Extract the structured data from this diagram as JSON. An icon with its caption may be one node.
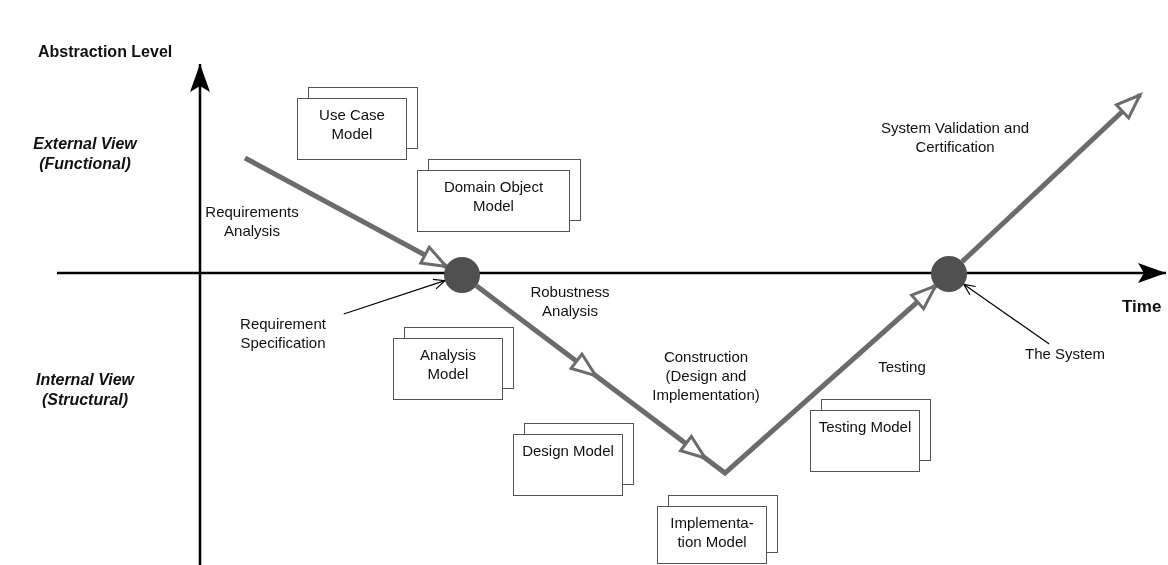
{
  "diagram": {
    "nodes": [
      {
        "text": [
          "Use Case Model"
        ]
      },
      {
        "text": [
          "Domain Object Model"
        ]
      },
      {
        "text": [],
        "shape": "circle"
      },
      {
        "text": [
          "Requirement Specification"
        ]
      },
      {
        "text": [
          "Analysis Model"
        ]
      },
      {
        "text": [
          "Design Model"
        ]
      },
      {
        "text": [
          "Testing Model"
        ]
      },
      {
        "text": [
          "Implementa- tion Model"
        ]
      },
      {
        "text": [],
        "shape": "circle"
      },
      {
        "text": [
          "The System"
        ]
      }
    ],
    "edges": [
      {
        "from": null,
        "to": 2,
        "arrow": "to"
      },
      {
        "from": 2,
        "to": 8,
        "arrow": "to"
      },
      {
        "from": 8,
        "to": null,
        "arrow": "to"
      },
      {
        "from": 3,
        "to": 2,
        "arrow": "to",
        "color": "#000000"
      },
      {
        "from": 9,
        "to": 8,
        "arrow": "to",
        "color": "#000000"
      }
    ],
    "labels": [
      "Abstraction Level",
      "External View (Functional)",
      "Requirements Analysis",
      "System Validation and Certification",
      "Robustness Analysis",
      "Time",
      "Construction (Design and Implementation)",
      "Testing",
      "Internal View (Structural)"
    ]
  }
}
